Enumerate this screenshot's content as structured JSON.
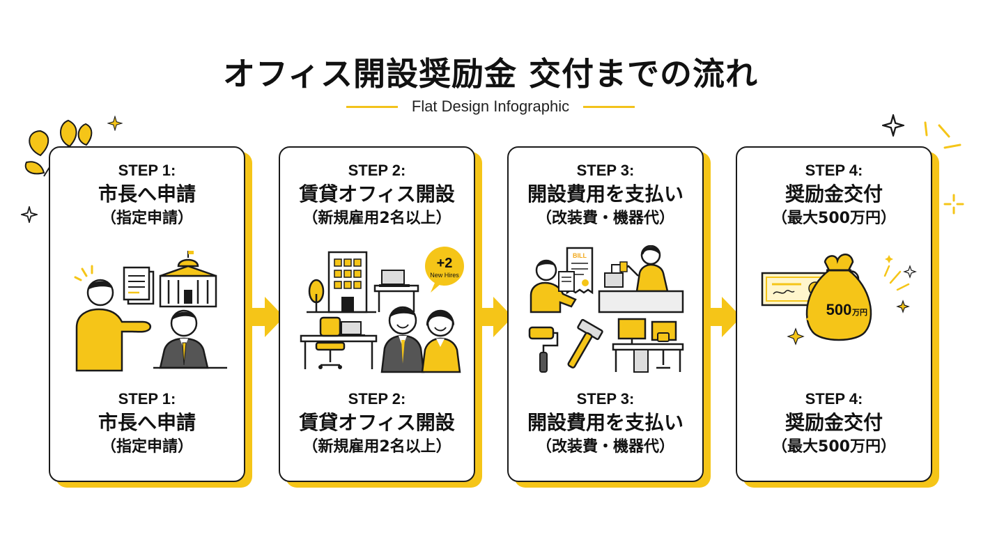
{
  "header": {
    "title": "オフィス開設奨励金 交付までの流れ",
    "subtitle": "Flat Design Infographic"
  },
  "colors": {
    "accent": "#f5c518",
    "outline": "#1a1a1a",
    "background": "#ffffff"
  },
  "steps": [
    {
      "label": "STEP 1:",
      "title": "市長へ申請",
      "sub": "（指定申請）",
      "icons": [
        "person-pointing-icon",
        "document-icon",
        "city-hall-icon",
        "official-icon"
      ]
    },
    {
      "label": "STEP 2:",
      "title": "賃貸オフィス開設",
      "sub": "（新規雇用2名以上）",
      "badge_value": "+2",
      "badge_text": "New Hires",
      "icons": [
        "office-building-icon",
        "tree-icon",
        "desk-icon",
        "laptop-icon",
        "office-chair-icon",
        "new-employees-icon"
      ]
    },
    {
      "label": "STEP 3:",
      "title": "開設費用を支払い",
      "sub": "（改装費・機器代）",
      "bill_text": "BILL",
      "icons": [
        "customer-icon",
        "bill-icon",
        "cashier-icon",
        "paint-roller-icon",
        "hammer-icon",
        "computer-desk-icon"
      ]
    },
    {
      "label": "STEP 4:",
      "title": "奨励金交付",
      "sub": "（最大500万円）",
      "bag_amount": "500",
      "bag_unit": "万円",
      "icons": [
        "check-icon",
        "money-bag-icon",
        "sparkle-icon"
      ]
    }
  ]
}
